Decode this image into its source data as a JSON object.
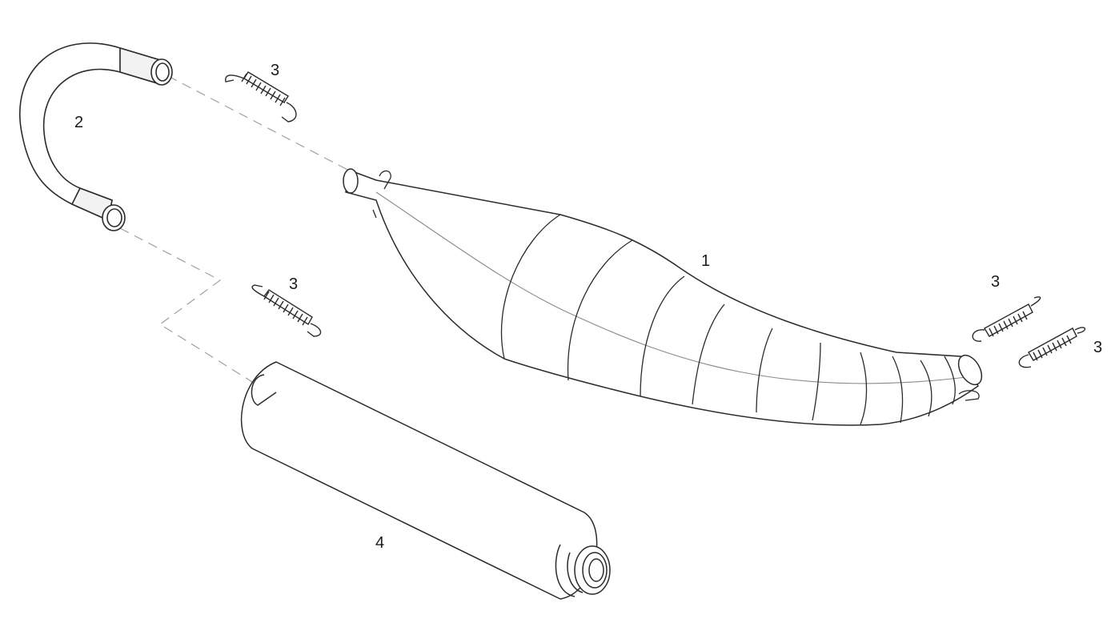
{
  "diagram": {
    "type": "exploded-parts-view",
    "line_color": "#2b2b2b",
    "leader_color": "#9a9a9a",
    "parts": [
      {
        "id": "exhaust-expansion-chamber",
        "callout": "1"
      },
      {
        "id": "header-u-pipe",
        "callout": "2"
      },
      {
        "id": "tension-spring",
        "callout": "3"
      },
      {
        "id": "silencer",
        "callout": "4"
      }
    ],
    "callouts": {
      "c1": "1",
      "c2": "2",
      "c3a": "3",
      "c3b": "3",
      "c3c": "3",
      "c3d": "3",
      "c4": "4"
    }
  }
}
